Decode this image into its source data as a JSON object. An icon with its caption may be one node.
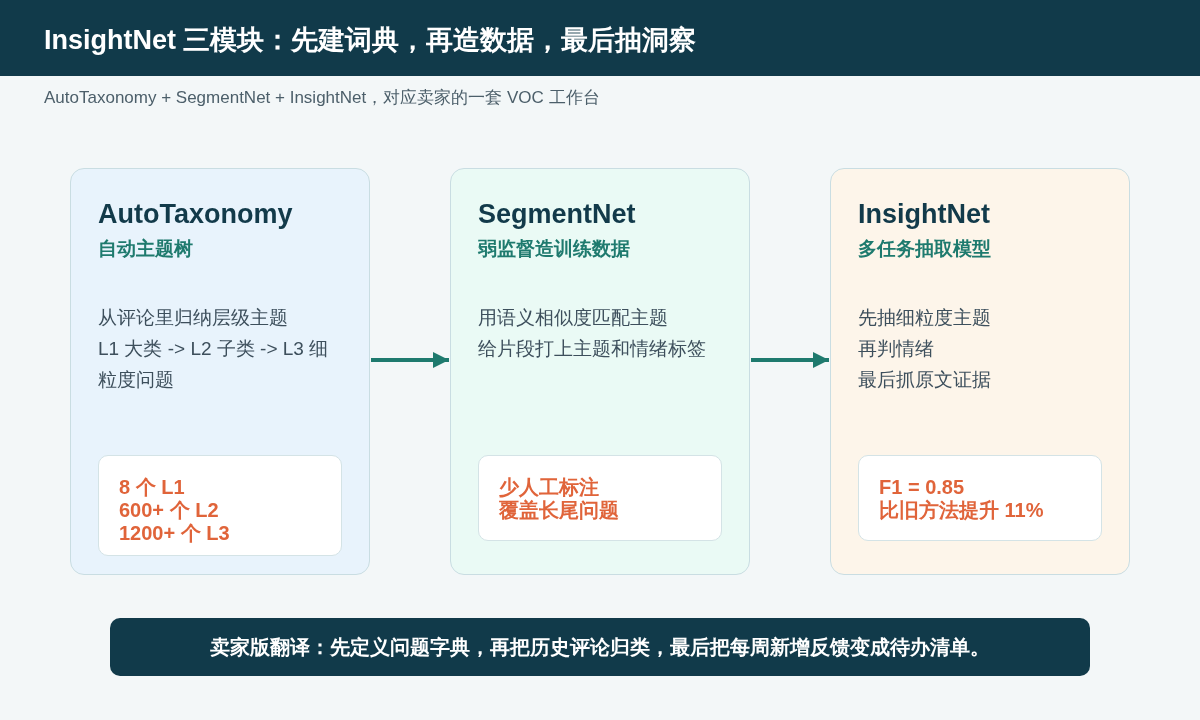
{
  "diagram": {
    "title": "InsightNet 三模块：先建词典，再造数据，最后抽洞察",
    "nodes": [
      {
        "text": [
          "AutoTaxonomy",
          "自动主题树",
          "从评论里归纳层级主题",
          "L1 大类 -> L2 子类 -> L3 细粒度问题"
        ]
      },
      {
        "text": [
          "8 个 L1",
          "600+ 个 L2",
          "1200+ 个 L3"
        ],
        "in": 0
      },
      {
        "text": [
          "SegmentNet",
          "弱监督造训练数据",
          "用语义相似度匹配主题",
          "给片段打上主题和情绪标签"
        ]
      },
      {
        "text": [
          "少人工标注",
          "覆盖长尾问题"
        ],
        "in": 2
      },
      {
        "text": [
          "InsightNet",
          "多任务抽取模型",
          "先抽细粒度主题",
          "再判情绪",
          "最后抓原文证据"
        ]
      },
      {
        "text": [
          "F1 = 0.85",
          "比旧方法提升 11%"
        ],
        "in": 4
      },
      {
        "text": [
          "卖家版翻译：先定义问题字典，再把历史评论归类，最后把每周新增反馈变成待办清单。"
        ]
      }
    ],
    "edges": [
      {
        "from": 0,
        "to": 2,
        "arrow": "to"
      },
      {
        "from": 2,
        "to": 4,
        "arrow": "to"
      }
    ],
    "labels": [
      "AutoTaxonomy + SegmentNet + InsightNet，对应卖家的一套 VOC 工作台"
    ]
  }
}
